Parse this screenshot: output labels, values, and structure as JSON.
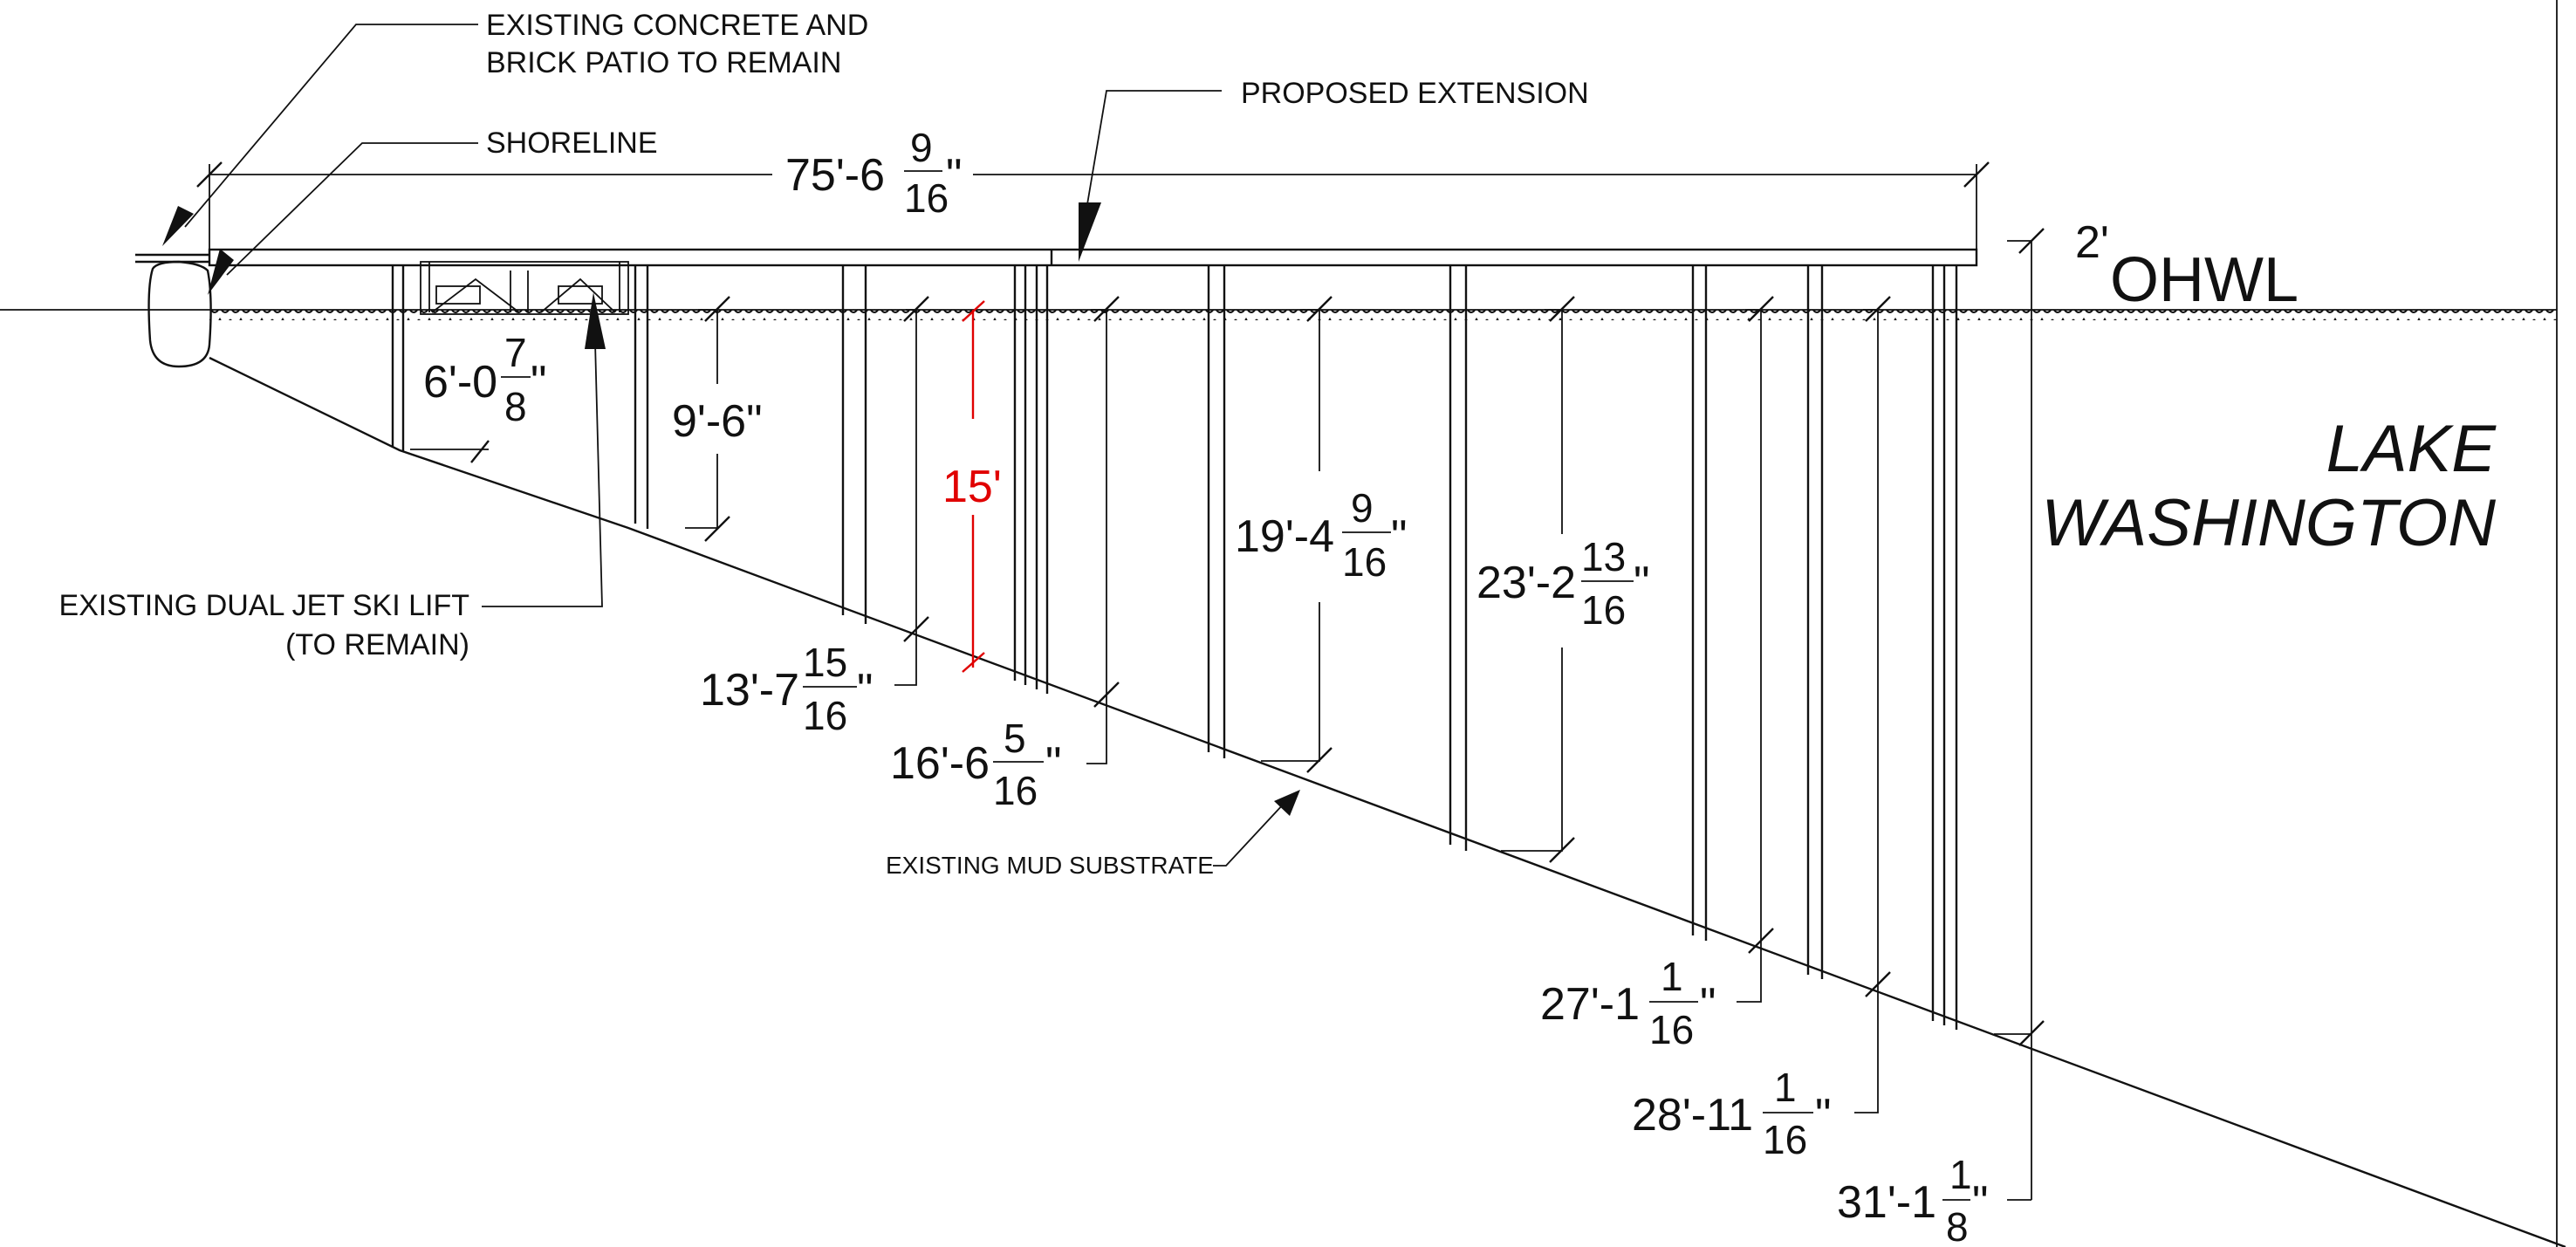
{
  "labels": {
    "patio_line1": "EXISTING CONCRETE AND",
    "patio_line2": "BRICK PATIO TO REMAIN",
    "shoreline": "SHORELINE",
    "proposed_extension": "PROPOSED EXTENSION",
    "jetski_line1": "EXISTING DUAL JET SKI LIFT",
    "jetski_line2": "(TO REMAIN)",
    "mud": "EXISTING MUD SUBSTRATE",
    "ohwl": "OHWL",
    "ohwl_dim": "2'",
    "lake_line1": "LAKE",
    "lake_line2": "WASHINGTON"
  },
  "dimensions": {
    "overall": {
      "whole": "75'-6",
      "num": "9",
      "den": "16",
      "tail": "\""
    },
    "d1": {
      "whole": "6'-0",
      "num": "7",
      "den": "8",
      "tail": "\""
    },
    "d2": {
      "whole": "9'-6\"",
      "num": "",
      "den": "",
      "tail": ""
    },
    "d3": {
      "whole": "13'-7",
      "num": "15",
      "den": "16",
      "tail": "\""
    },
    "d4": {
      "whole": "15'",
      "num": "",
      "den": "",
      "tail": ""
    },
    "d5": {
      "whole": "16'-6",
      "num": "5",
      "den": "16",
      "tail": "\""
    },
    "d6": {
      "whole": "19'-4",
      "num": "9",
      "den": "16",
      "tail": "\""
    },
    "d7": {
      "whole": "23'-2",
      "num": "13",
      "den": "16",
      "tail": "\""
    },
    "d8": {
      "whole": "27'-1",
      "num": "1",
      "den": "16",
      "tail": "\""
    },
    "d9": {
      "whole": "28'-11",
      "num": "1",
      "den": "16",
      "tail": "\""
    },
    "d10": {
      "whole": "31'-1",
      "num": "1",
      "den": "8",
      "tail": "\""
    }
  },
  "colors": {
    "ink": "#111111",
    "highlight": "#e00000"
  }
}
